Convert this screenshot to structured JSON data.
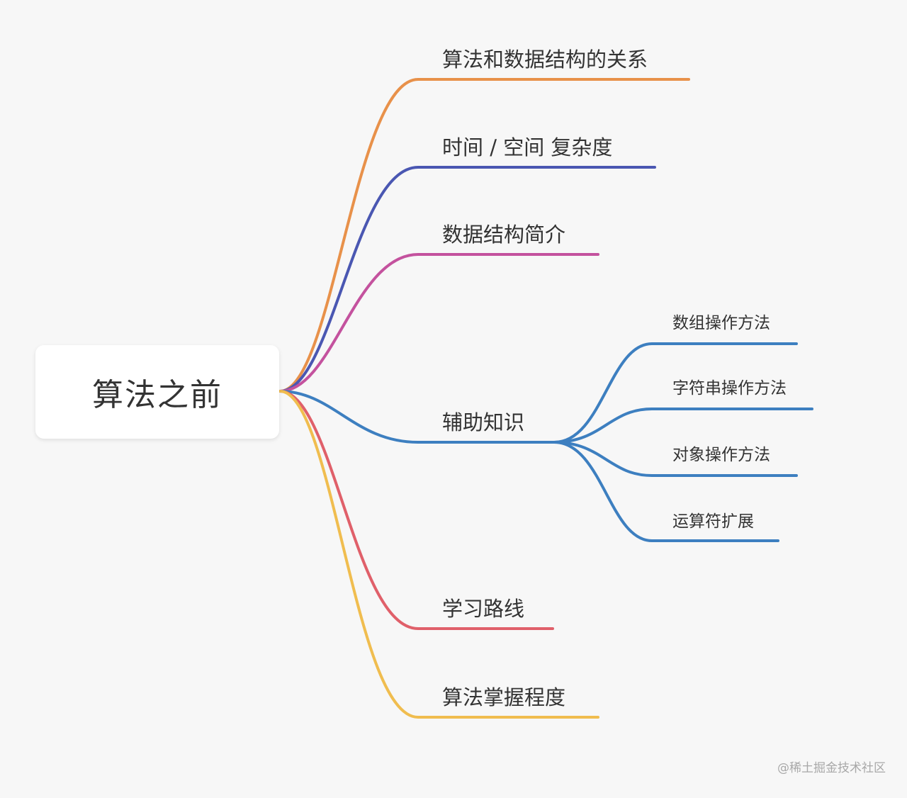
{
  "root": {
    "label": "算法之前"
  },
  "branches": [
    {
      "label": "算法和数据结构的关系",
      "color": "#e8914a"
    },
    {
      "label": "时间 / 空间 复杂度",
      "color": "#4a57b2"
    },
    {
      "label": "数据结构简介",
      "color": "#c4529e"
    },
    {
      "label": "辅助知识",
      "color": "#3d7fc0",
      "children": [
        {
          "label": "数组操作方法"
        },
        {
          "label": "字符串操作方法"
        },
        {
          "label": "对象操作方法"
        },
        {
          "label": "运算符扩展"
        }
      ]
    },
    {
      "label": "学习路线",
      "color": "#e0606a"
    },
    {
      "label": "算法掌握程度",
      "color": "#f0bd4f"
    }
  ],
  "watermark": "@稀土掘金技术社区"
}
